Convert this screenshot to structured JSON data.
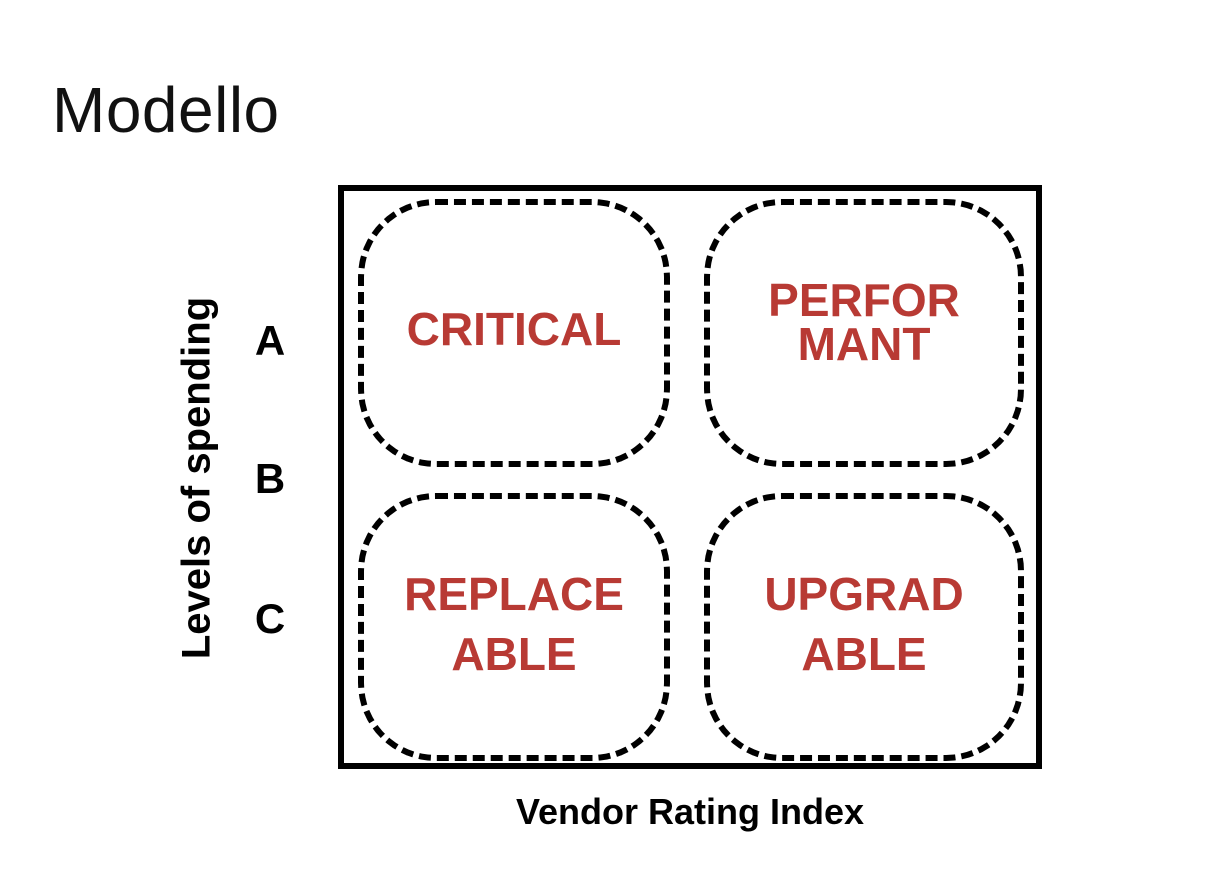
{
  "slide": {
    "title": "Modello"
  },
  "diagram": {
    "y_axis_label": "Levels of spending",
    "x_axis_label": "Vendor Rating Index",
    "y_ticks": [
      "A",
      "B",
      "C"
    ],
    "quadrants": {
      "top_left": {
        "line1": "CRITICAL"
      },
      "top_right": {
        "line1": "PERFOR",
        "line2": "MANT"
      },
      "bottom_left": {
        "line1": "REPLACE",
        "line2": "ABLE"
      },
      "bottom_right": {
        "line1": "UPGRAD",
        "line2": "ABLE"
      }
    },
    "colors": {
      "label": "#b83a34",
      "lines": "#000000"
    }
  }
}
